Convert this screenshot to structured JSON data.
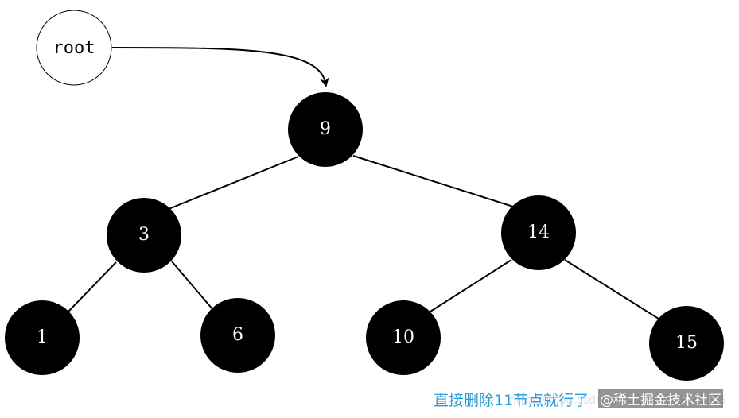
{
  "tree": {
    "root_label": "root",
    "nodes": [
      {
        "id": "n9",
        "label": "9"
      },
      {
        "id": "n3",
        "label": "3"
      },
      {
        "id": "n14",
        "label": "14"
      },
      {
        "id": "n1",
        "label": "1"
      },
      {
        "id": "n6",
        "label": "6"
      },
      {
        "id": "n10",
        "label": "10"
      },
      {
        "id": "n15",
        "label": "15"
      }
    ],
    "edges": [
      [
        "n9",
        "n3"
      ],
      [
        "n9",
        "n14"
      ],
      [
        "n3",
        "n1"
      ],
      [
        "n3",
        "n6"
      ],
      [
        "n14",
        "n10"
      ],
      [
        "n14",
        "n15"
      ]
    ],
    "pointer": {
      "from": "root",
      "to": "n9"
    }
  },
  "caption": "直接删除11节点就行了",
  "watermark": "@稀土掘金技术社区",
  "watermark_url": "https://blog.csdn.net/weixin_45070175",
  "colors": {
    "node_fill": "#000000",
    "node_text": "#ffffff",
    "root_fill": "#ffffff",
    "edge": "#000000",
    "caption": "#2b9bd6"
  }
}
